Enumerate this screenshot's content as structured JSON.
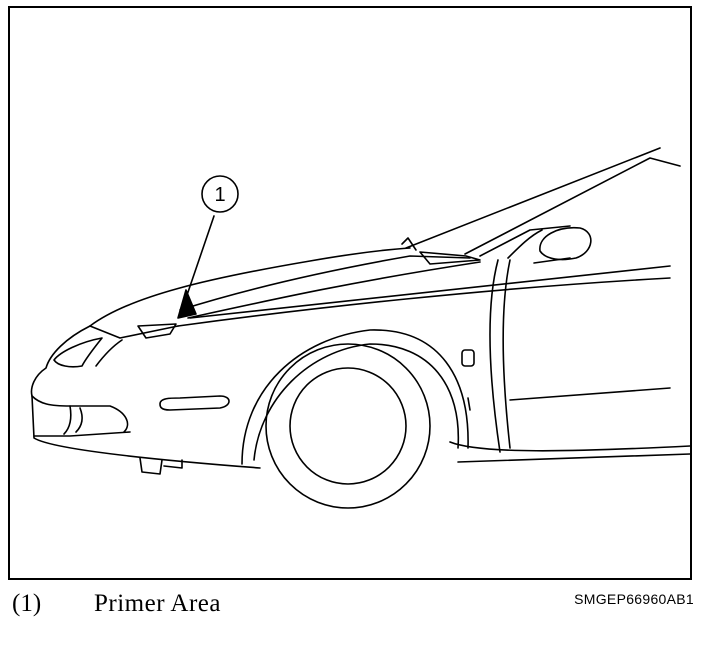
{
  "diagram": {
    "callout_number": "1"
  },
  "legend": {
    "number": "(1)",
    "label": "Primer Area"
  },
  "figure_code": "SMGEP66960AB1"
}
